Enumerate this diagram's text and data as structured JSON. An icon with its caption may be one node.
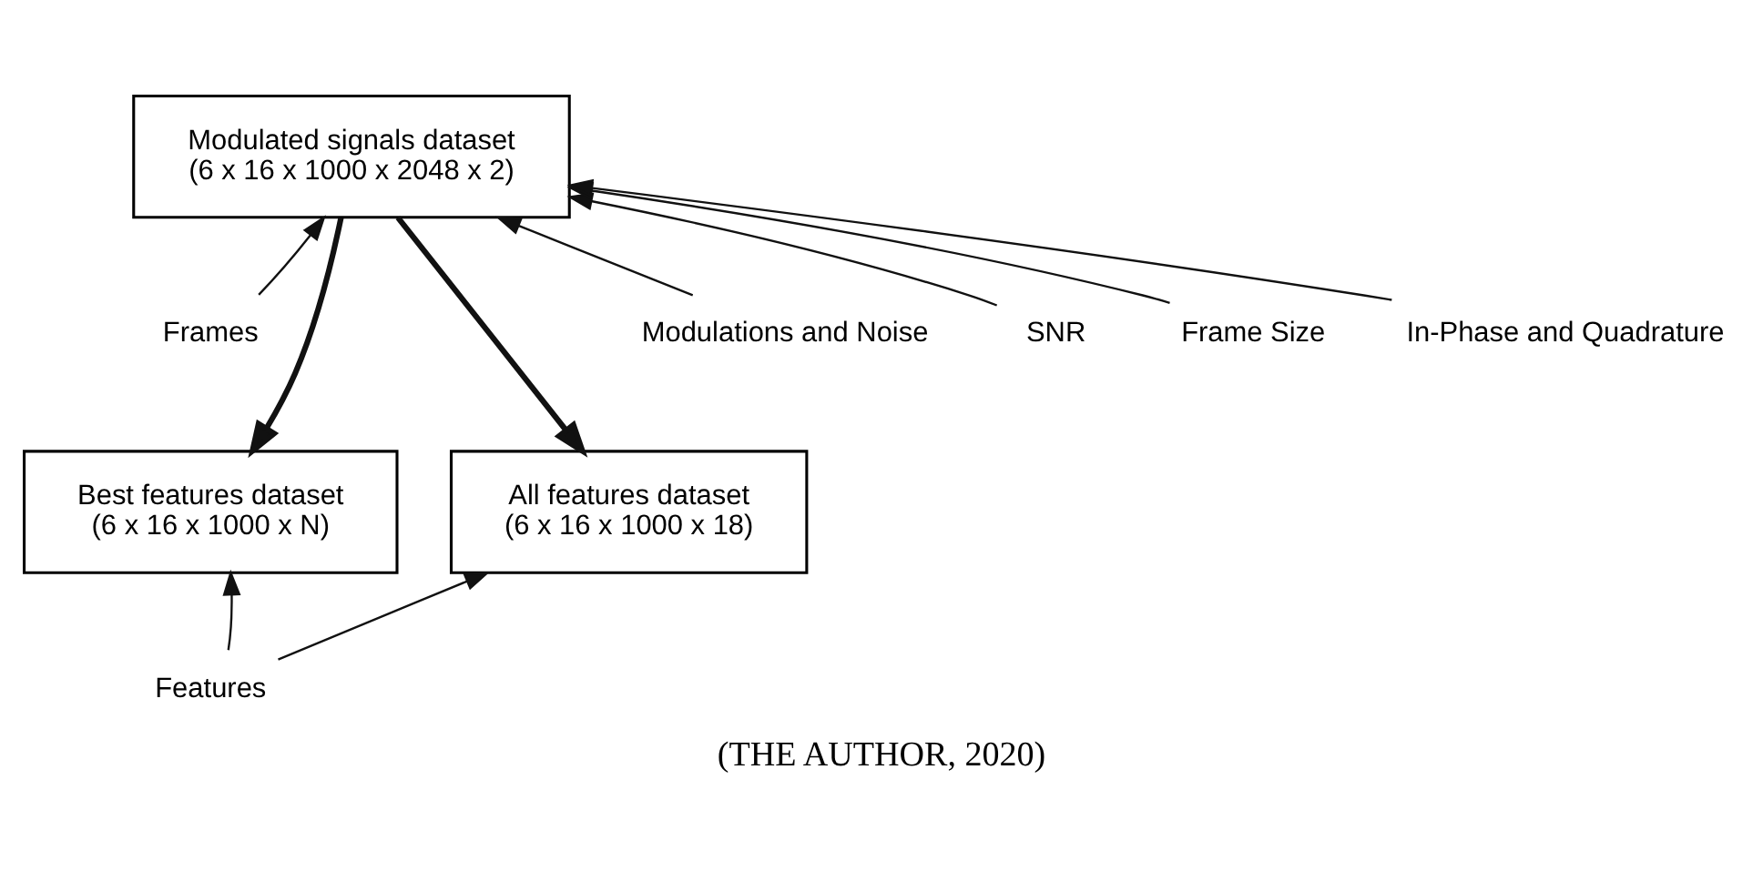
{
  "diagram": {
    "caption": "(THE AUTHOR, 2020)",
    "nodes": [
      {
        "text": [
          "Modulated signals dataset",
          "(6 x 16 x 1000 x 2048 x 2)"
        ]
      },
      {
        "text": [
          "Modulations and Noise"
        ]
      },
      {
        "text": [
          "SNR"
        ]
      },
      {
        "text": [
          "Frames"
        ]
      },
      {
        "text": [
          "Frame Size"
        ]
      },
      {
        "text": [
          "In-Phase and Quadrature"
        ]
      },
      {
        "text": [
          "All features dataset",
          "(6 x 16 x 1000 x 18)"
        ]
      },
      {
        "text": [
          "Best features dataset",
          "(6 x 16 x 1000 x N)"
        ]
      },
      {
        "text": [
          "Features"
        ]
      }
    ],
    "edges": [
      {
        "from": 0,
        "to": 6,
        "arrow": "to",
        "style": "thick"
      },
      {
        "from": 0,
        "to": 7,
        "arrow": "to",
        "style": "thick"
      },
      {
        "from": 1,
        "to": 0,
        "arrow": "to"
      },
      {
        "from": 2,
        "to": 0,
        "arrow": "to"
      },
      {
        "from": 3,
        "to": 0,
        "arrow": "to"
      },
      {
        "from": 4,
        "to": 0,
        "arrow": "to"
      },
      {
        "from": 5,
        "to": 0,
        "arrow": "to"
      },
      {
        "from": 8,
        "to": 6,
        "arrow": "to"
      },
      {
        "from": 8,
        "to": 7,
        "arrow": "to"
      }
    ]
  }
}
